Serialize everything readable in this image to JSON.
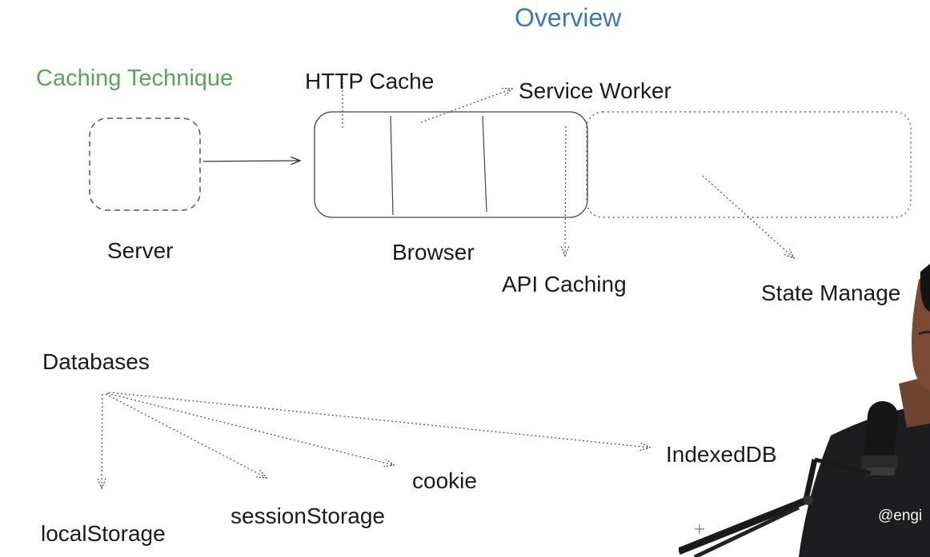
{
  "page": {
    "title": "Overview",
    "section_heading": "Caching Technique"
  },
  "diagram": {
    "labels": {
      "http_cache": "HTTP Cache",
      "service_worker": "Service Worker",
      "server": "Server",
      "browser": "Browser",
      "api_caching": "API Caching",
      "state_management": "State Manage",
      "databases": "Databases",
      "indexeddb": "IndexedDB",
      "cookie": "cookie",
      "session_storage": "sessionStorage",
      "local_storage": "localStorage"
    }
  },
  "video_overlay": {
    "handle": "@engi"
  },
  "colors": {
    "title": "#3c78b8",
    "heading": "#58a65a",
    "text": "#1b1b1b"
  }
}
